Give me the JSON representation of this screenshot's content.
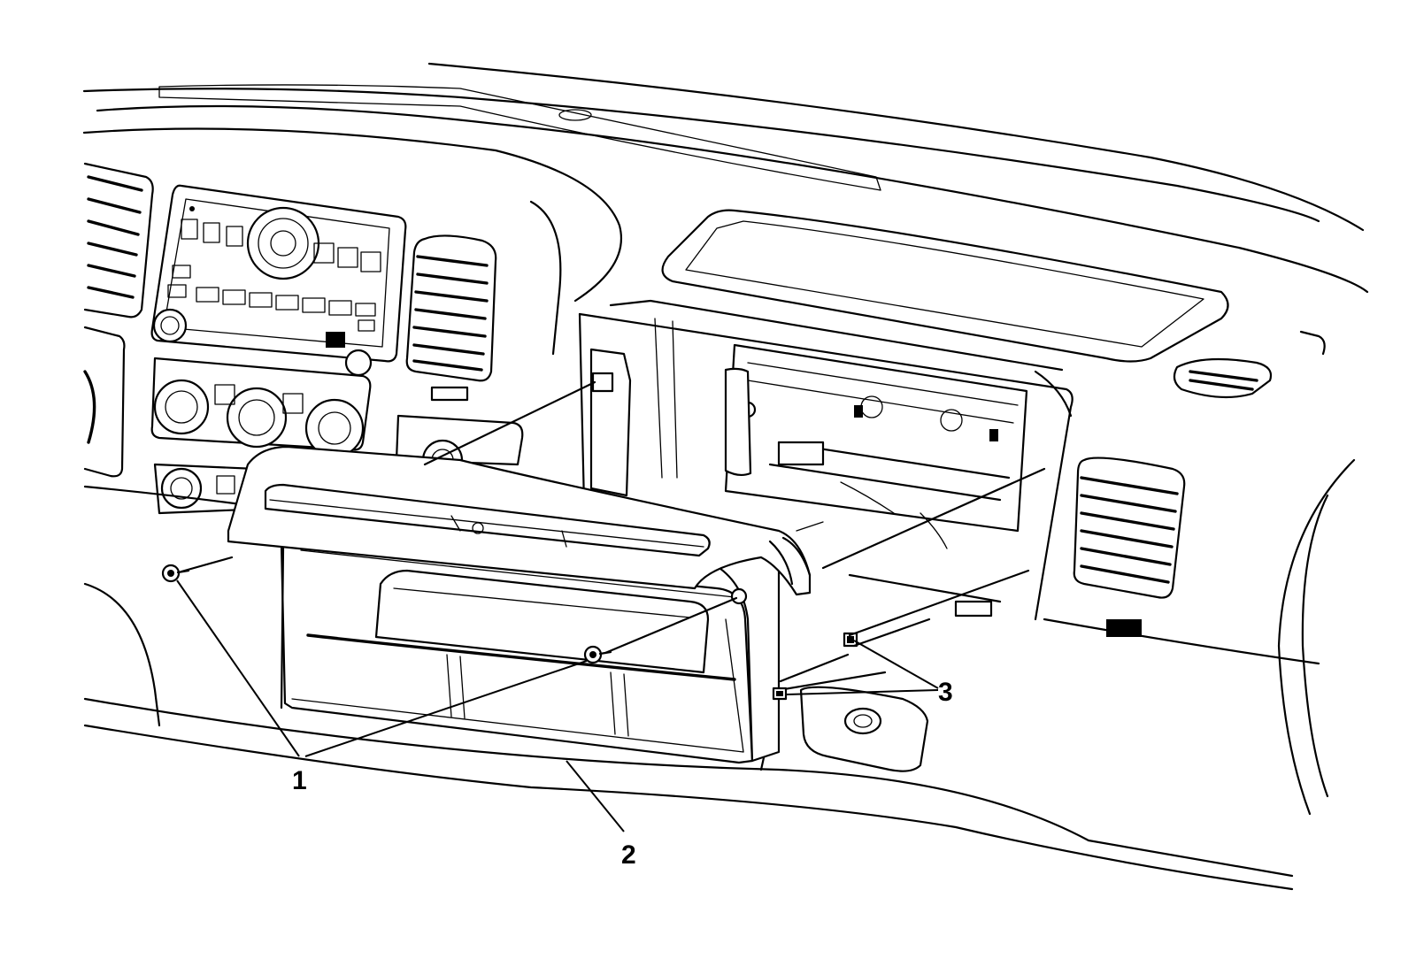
{
  "callouts": {
    "fasteners": "1",
    "panel": "2",
    "clips": "3"
  }
}
